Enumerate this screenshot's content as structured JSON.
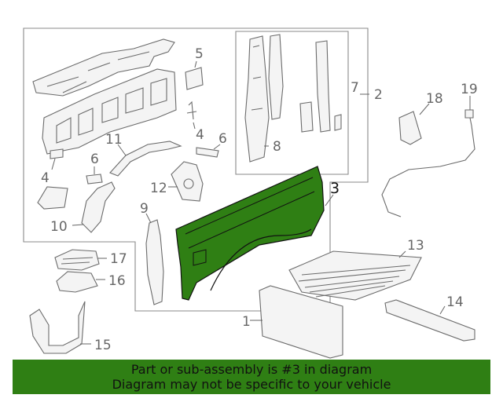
{
  "callouts": {
    "c1": "1",
    "c2": "2",
    "c3": "3",
    "c4a": "4",
    "c4b": "4",
    "c5": "5",
    "c6a": "6",
    "c6b": "6",
    "c7": "7",
    "c8": "8",
    "c9": "9",
    "c10": "10",
    "c11": "11",
    "c12": "12",
    "c13": "13",
    "c14": "14",
    "c15": "15",
    "c16": "16",
    "c17": "17",
    "c18": "18",
    "c19": "19"
  },
  "highlight_color": "#2f7f14",
  "footer": {
    "line1": "Part or sub-assembly is #3 in diagram",
    "line2": "Diagram may not be specific to your vehicle"
  }
}
